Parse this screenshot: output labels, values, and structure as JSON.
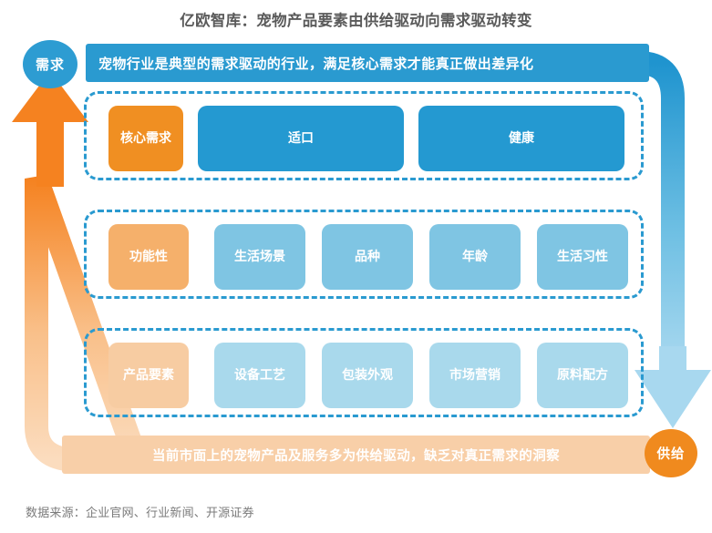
{
  "page": {
    "title": "亿欧智库：宠物产品要素由供给驱动向需求驱动转变",
    "footer_source": "数据来源：企业官网、行业新闻、开源证券"
  },
  "badges": {
    "demand": "需求",
    "supply": "供给"
  },
  "banners": {
    "top": "宠物行业是典型的需求驱动的行业，满足核心需求才能真正做出差异化",
    "bottom": "当前市面上的宠物产品及服务多为供给驱动，缺乏对真正需求的洞察"
  },
  "groups": [
    {
      "id": "group-core-demand",
      "lead": "核心需求",
      "items": [
        "适口",
        "健康"
      ]
    },
    {
      "id": "group-functional",
      "lead": "功能性",
      "items": [
        "生活场景",
        "品种",
        "年龄",
        "生活习性"
      ]
    },
    {
      "id": "group-product-elements",
      "lead": "产品要素",
      "items": [
        "设备工艺",
        "包装外观",
        "市场营销",
        "原料配方"
      ]
    }
  ],
  "colors": {
    "blue_strong": "#2499d1",
    "blue_mid": "#7fc5e3",
    "blue_light": "#a9d9ec",
    "orange_strong": "#f08f22",
    "orange_mid": "#f5b06b",
    "orange_light": "#f7cca2",
    "banner_top_bg": "#2a9ad0",
    "banner_bottom_bg": "#f8cfa8",
    "dashed_border": "#2a9ad0",
    "title_text": "#5a5a5a",
    "footer_text": "#7b7b7b"
  },
  "arrows": {
    "demand_arrow": "orange-upward-arrow-left",
    "supply_arrow": "blue-downward-arrow-right"
  }
}
